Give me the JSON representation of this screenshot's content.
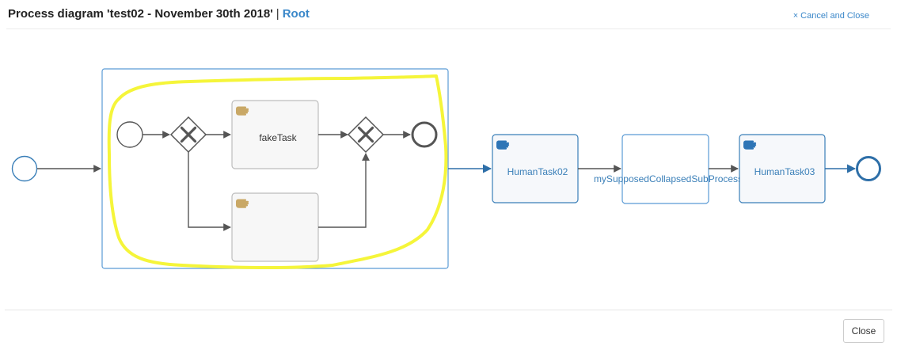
{
  "header": {
    "title": "Process diagram 'test02 - November 30th 2018'",
    "separator": "|",
    "root_link": "Root",
    "cancel_glyph": "×",
    "cancel_label": "Cancel and Close"
  },
  "diagram": {
    "tasks": {
      "fake_task": "fakeTask",
      "unnamed_task": "",
      "human_task_02": "HumanTask02",
      "collapsed_subprocess": "mySupposedCollapsedSubProcess",
      "human_task_03": "HumanTask03"
    },
    "icons": {
      "user_task": "hand-icon",
      "gateway": "exclusive-gateway-x-icon"
    },
    "colors": {
      "completed_stroke": "#3a7fb8",
      "completed_text": "#3a7fb8",
      "inactive_stroke": "#555555",
      "inactive_fill": "#f7f7f7",
      "inactive_box_stroke": "#bdbdbd",
      "hand_active": "#2e75b6",
      "hand_inactive": "#c9a866",
      "highlight": "#f5f53a"
    }
  },
  "footer": {
    "close_label": "Close"
  }
}
